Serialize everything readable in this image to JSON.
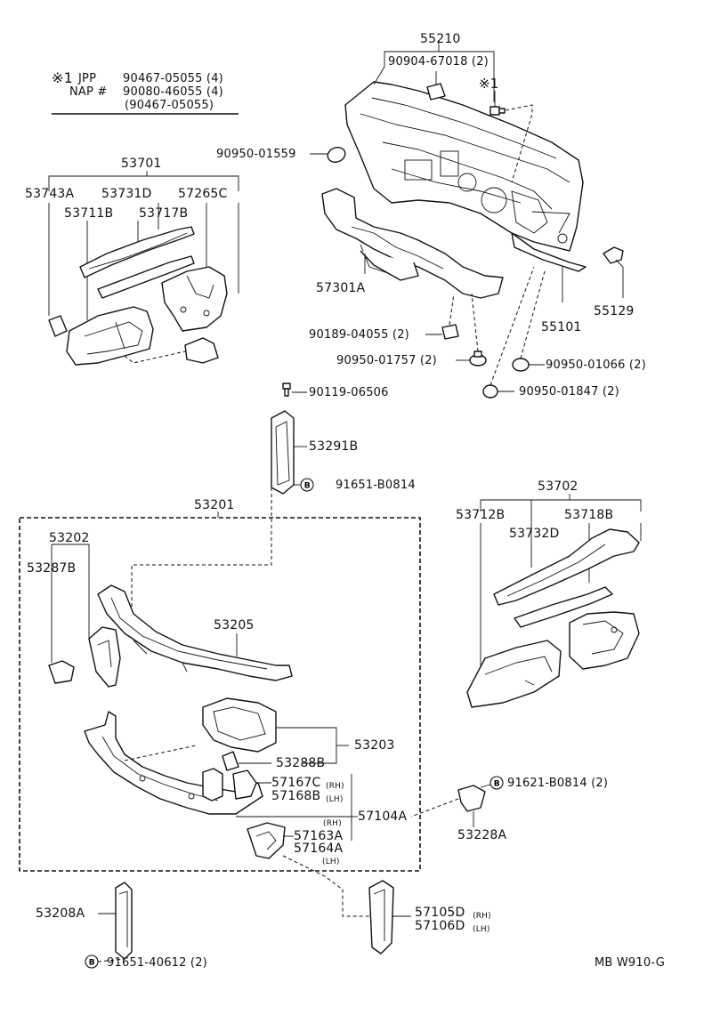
{
  "note": {
    "mark": "※1",
    "lines": [
      {
        "brand": "JPP",
        "part": "90467-05055 (4)"
      },
      {
        "brand": "NAP #",
        "part": "90080-46055 (4)"
      },
      {
        "brand": "",
        "part": "(90467-05055)"
      }
    ]
  },
  "callout_symbol": "B",
  "footer_code": "MB  W910-G",
  "labels": {
    "p55210": "55210",
    "p90904": "90904-67018 (2)",
    "p_mark1": "※1",
    "p90950_01559": "90950-01559",
    "p57301A": "57301A",
    "p55101": "55101",
    "p55129": "55129",
    "p90189": "90189-04055 (2)",
    "p90950_01757": "90950-01757 (2)",
    "p90950_01066": "90950-01066 (2)",
    "p90950_01847": "90950-01847 (2)",
    "p53701": "53701",
    "p53743A": "53743A",
    "p53731D": "53731D",
    "p57265C": "57265C",
    "p53711B": "53711B",
    "p53717B": "53717B",
    "p90119": "90119-06506",
    "p53291B": "53291B",
    "p91651_B0814": "91651-B0814",
    "p53201": "53201",
    "p53202": "53202",
    "p53287B": "53287B",
    "p53205": "53205",
    "p53203": "53203",
    "p53288B": "53288B",
    "p57167C": "57167C",
    "p57168B": "57168B",
    "p57104A": "57104A",
    "p57163A": "57163A",
    "p57164A": "57164A",
    "p53702": "53702",
    "p53712B": "53712B",
    "p53732D": "53732D",
    "p53718B": "53718B",
    "p91621": "91621-B0814 (2)",
    "p53228A": "53228A",
    "p53208A": "53208A",
    "p91651_40612": "91651-40612 (2)",
    "p57105D": "57105D",
    "p57106D": "57106D",
    "rh": "(RH)",
    "lh": "(LH)"
  }
}
